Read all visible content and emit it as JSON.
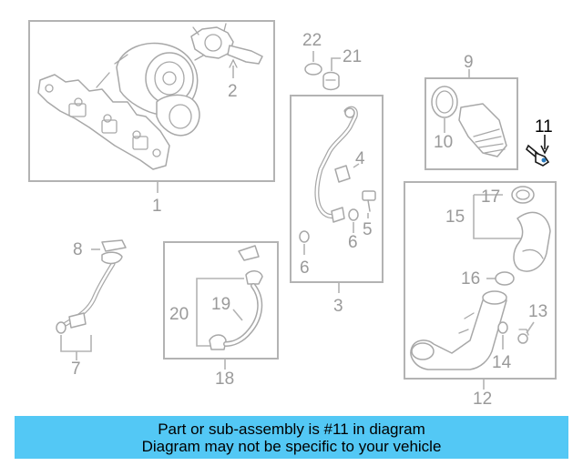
{
  "diagram": {
    "labels": {
      "l1": "1",
      "l2": "2",
      "l3": "3",
      "l4": "4",
      "l5": "5",
      "l6a": "6",
      "l6b": "6",
      "l7": "7",
      "l8": "8",
      "l9": "9",
      "l10": "10",
      "l11": "11",
      "l12": "12",
      "l13": "13",
      "l14": "14",
      "l15": "15",
      "l16": "16",
      "l17": "17",
      "l18": "18",
      "l19": "19",
      "l20": "20",
      "l21": "21",
      "l22": "22"
    },
    "highlighted_part": "11",
    "highlight_color": "#2b7bbd"
  },
  "banner": {
    "line1": "Part or sub-assembly is #11 in diagram",
    "line2": "Diagram may not be specific to your vehicle",
    "background": "#53c8f5"
  }
}
